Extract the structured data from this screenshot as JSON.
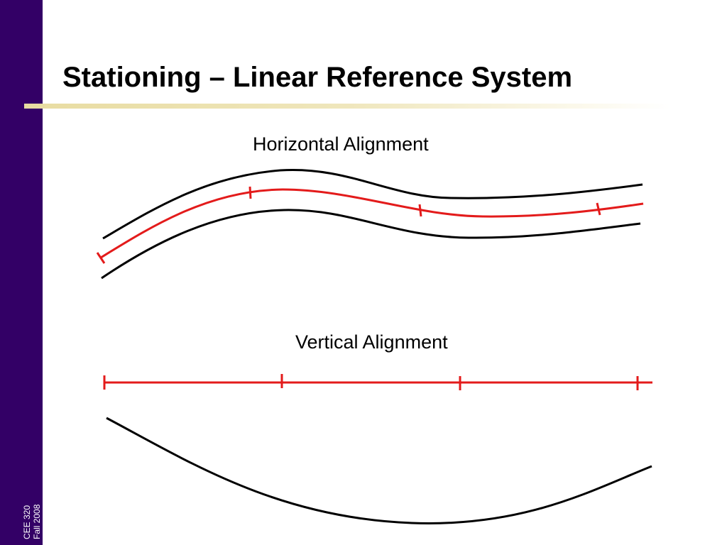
{
  "slide": {
    "title": "Stationing – Linear Reference System",
    "course": "CEE 320",
    "term": "Fall 2008"
  },
  "horizontal_alignment": {
    "label": "Horizontal Alignment",
    "road_edge_color": "#000000",
    "centerline_color": "#e31b1b",
    "station_ticks": 4
  },
  "vertical_alignment": {
    "label": "Vertical Alignment",
    "profile_color": "#000000",
    "station_line_color": "#e31b1b",
    "station_ticks": 4
  },
  "colors": {
    "sidebar": "#330066",
    "accent_rule": "#e8dca1"
  }
}
